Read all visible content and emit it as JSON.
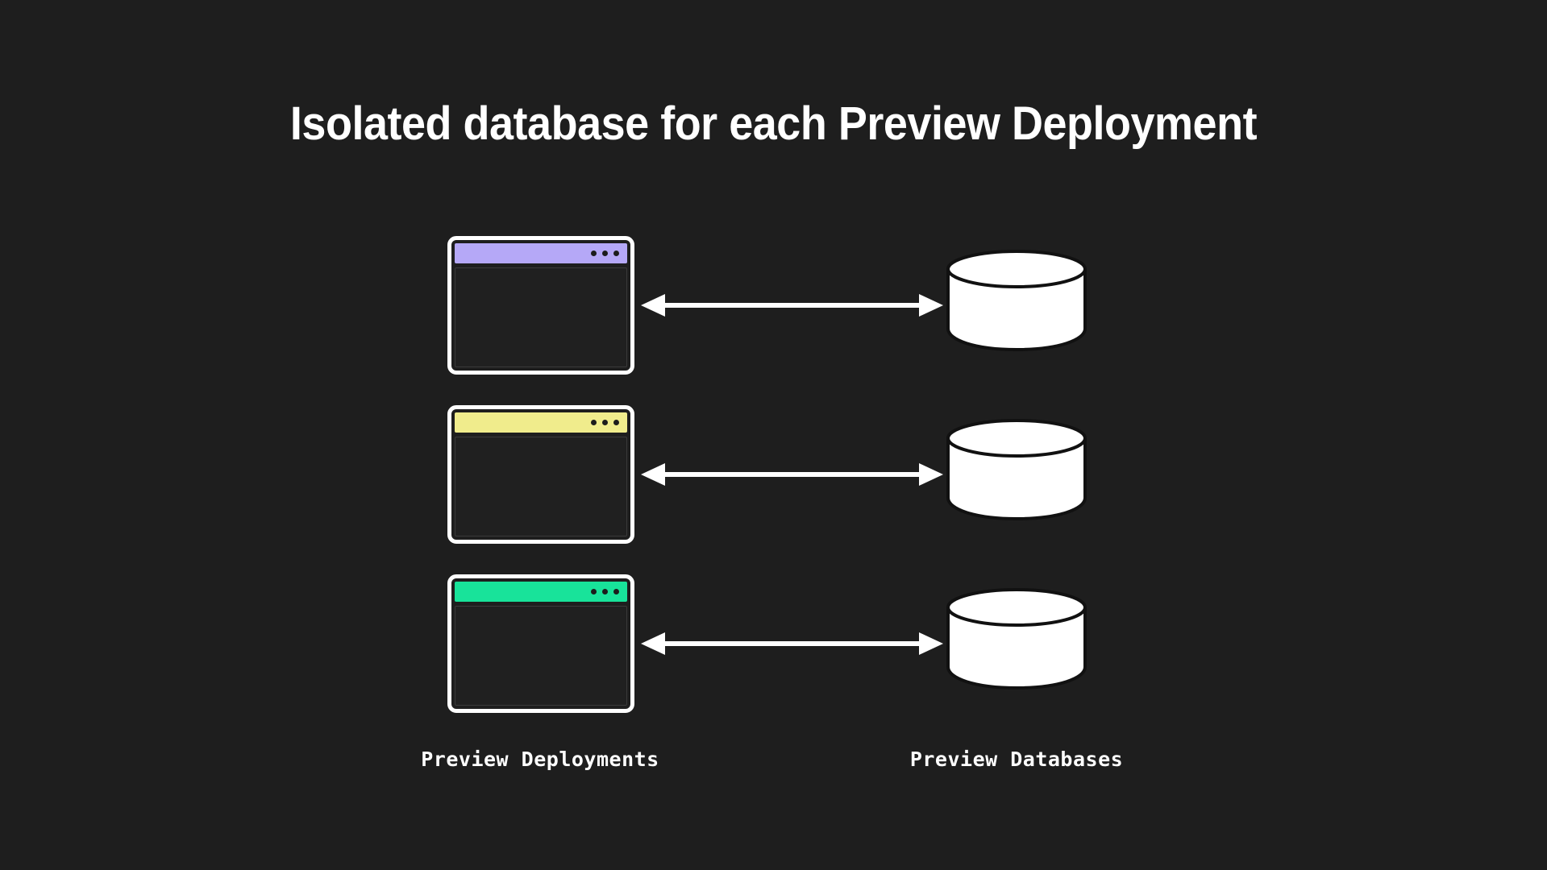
{
  "theme": {
    "background": "#1e1e1e",
    "foreground": "#ffffff",
    "stroke": "#ffffff",
    "window_body": "#202020",
    "dot_color": "#1c1c1c"
  },
  "title": "Isolated database for each Preview Deployment",
  "diagram": {
    "type": "architecture-diagram",
    "rows": [
      {
        "id": "row-purple",
        "deployment": {
          "kind": "browser-window",
          "titlebar_color": "#b5a8f7",
          "titlebar_color_name": "purple",
          "dots": 3
        },
        "connector": {
          "kind": "double-headed-arrow",
          "direction": "bidirectional",
          "color": "#ffffff"
        },
        "database": {
          "kind": "cylinder",
          "fill": "#ffffff",
          "stroke": "#111111"
        }
      },
      {
        "id": "row-yellow",
        "deployment": {
          "kind": "browser-window",
          "titlebar_color": "#f0ec8c",
          "titlebar_color_name": "yellow",
          "dots": 3
        },
        "connector": {
          "kind": "double-headed-arrow",
          "direction": "bidirectional",
          "color": "#ffffff"
        },
        "database": {
          "kind": "cylinder",
          "fill": "#ffffff",
          "stroke": "#111111"
        }
      },
      {
        "id": "row-green",
        "deployment": {
          "kind": "browser-window",
          "titlebar_color": "#18e39a",
          "titlebar_color_name": "green",
          "dots": 3
        },
        "connector": {
          "kind": "double-headed-arrow",
          "direction": "bidirectional",
          "color": "#ffffff"
        },
        "database": {
          "kind": "cylinder",
          "fill": "#ffffff",
          "stroke": "#111111"
        }
      }
    ]
  },
  "captions": {
    "deployments": "Preview Deployments",
    "databases": "Preview Databases"
  }
}
